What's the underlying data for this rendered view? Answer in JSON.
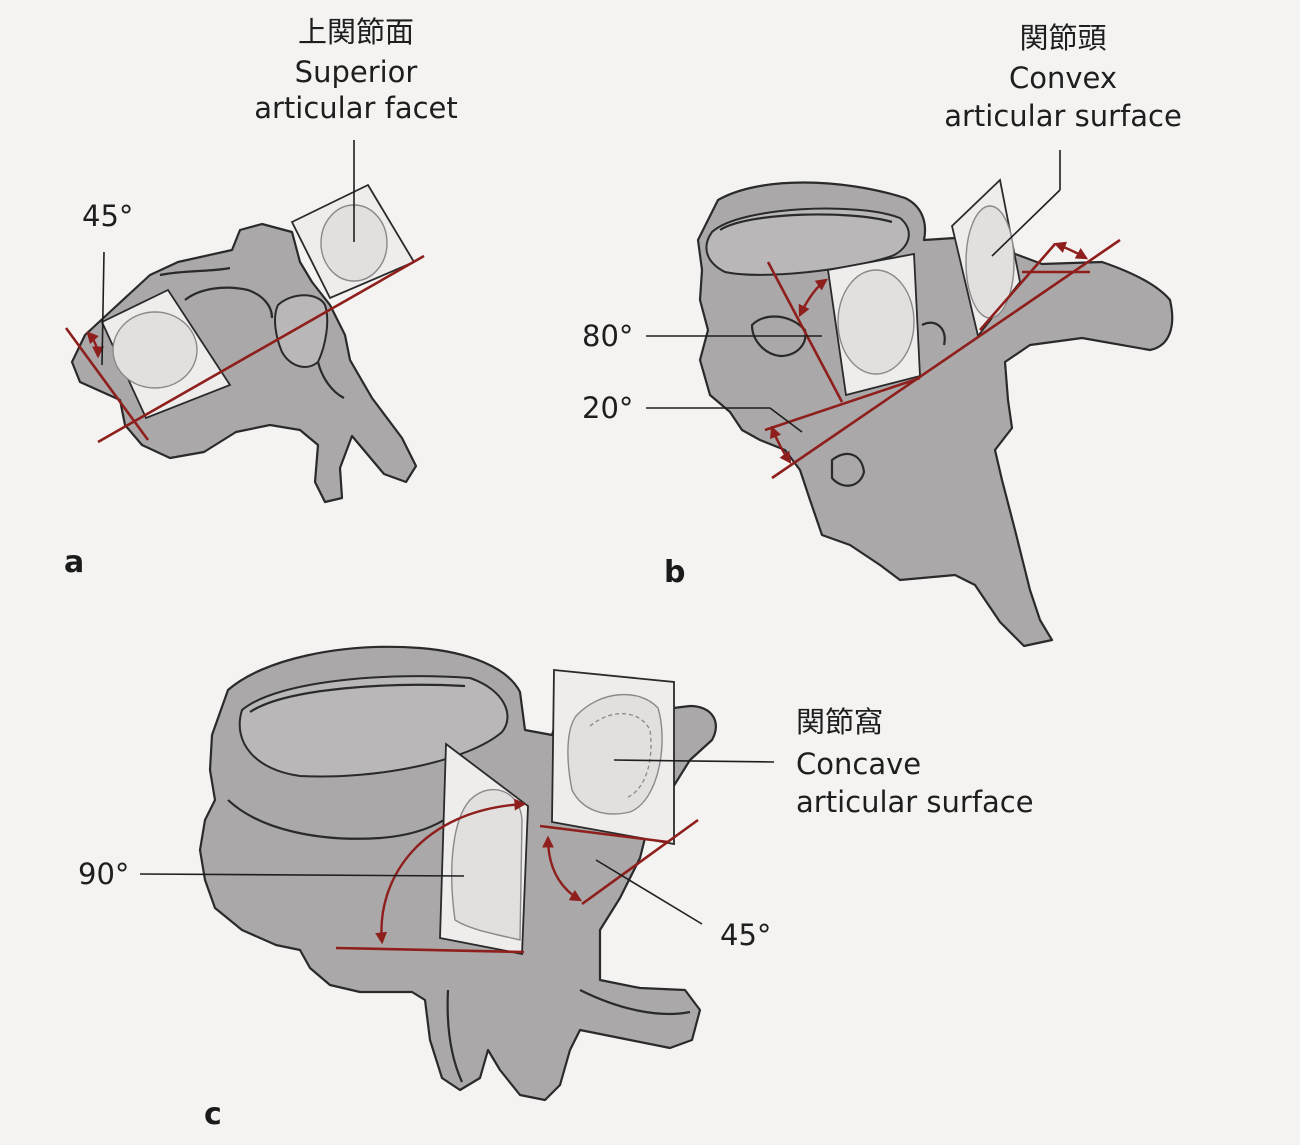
{
  "panels": {
    "a": {
      "letter": "a",
      "angle": "45°",
      "label_jp": "上関節面",
      "label_en_1": "Superior",
      "label_en_2": "articular facet"
    },
    "b": {
      "letter": "b",
      "angle_1": "80°",
      "angle_2": "20°",
      "label_jp": "関節頭",
      "label_en_1": "Convex",
      "label_en_2": "articular surface"
    },
    "c": {
      "letter": "c",
      "angle_1": "90°",
      "angle_2": "45°",
      "label_jp": "関節窩",
      "label_en_1": "Concave",
      "label_en_2": "articular surface"
    }
  },
  "colors": {
    "bone_fill": "#aaa8a8",
    "plane_fill": "#eeedec",
    "reference_line": "#8e1f1c",
    "outline": "#2a2a2a",
    "background": "#f4f3f1"
  }
}
